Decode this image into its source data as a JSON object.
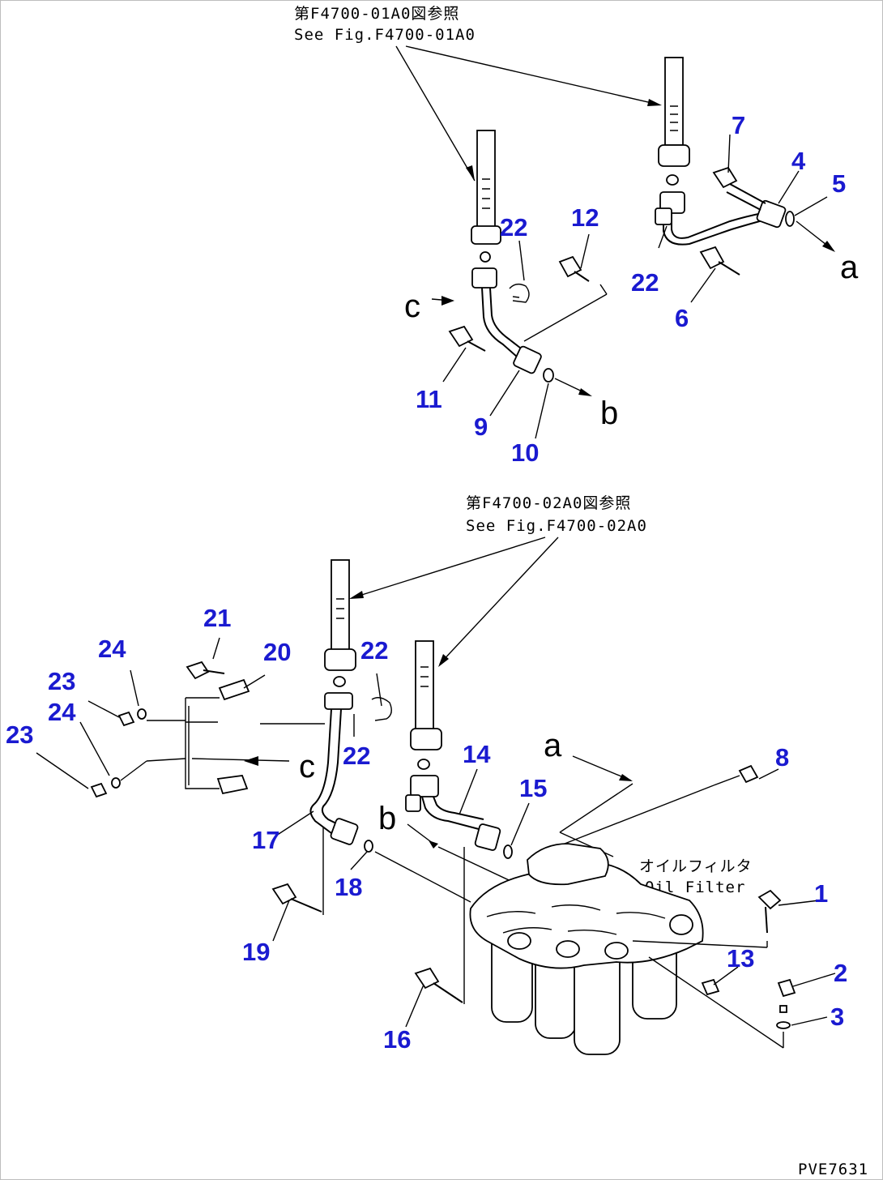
{
  "references": {
    "top_jp": "第F4700-01A0図参照",
    "top_en": "See Fig.F4700-01A0",
    "mid_jp": "第F4700-02A0図参照",
    "mid_en": "See Fig.F4700-02A0",
    "filter_jp": "オイルフィルタ",
    "filter_en": "Oil Filter"
  },
  "connection_letters": [
    "a",
    "b",
    "c",
    "a",
    "b",
    "c"
  ],
  "part_numbers": [
    "7",
    "4",
    "5",
    "22",
    "12",
    "22",
    "6",
    "11",
    "9",
    "10",
    "21",
    "20",
    "22",
    "24",
    "23",
    "24",
    "23",
    "22",
    "14",
    "8",
    "15",
    "17",
    "18",
    "1",
    "19",
    "13",
    "2",
    "3",
    "16"
  ],
  "drawing_code": "PVE7631",
  "colors": {
    "callout": "#1a1ad0",
    "line": "#000000"
  }
}
